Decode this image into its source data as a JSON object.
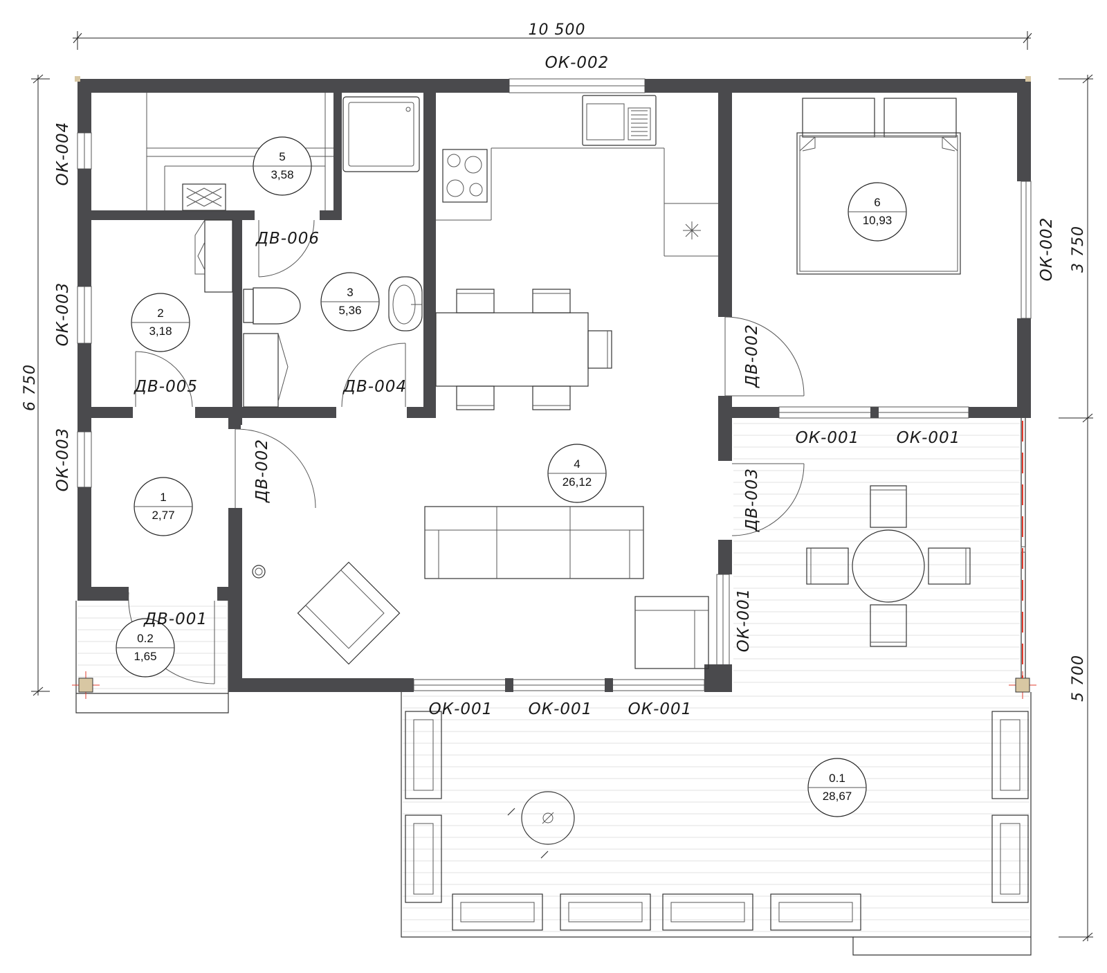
{
  "dimensions": {
    "top": "10 500",
    "left": "6 750",
    "right_upper": "3 750",
    "right_lower": "5 700"
  },
  "rooms": [
    {
      "id": "r1",
      "number": "1",
      "area": "2,77"
    },
    {
      "id": "r2",
      "number": "2",
      "area": "3,18"
    },
    {
      "id": "r3",
      "number": "3",
      "area": "5,36"
    },
    {
      "id": "r4",
      "number": "4",
      "area": "26,12"
    },
    {
      "id": "r5",
      "number": "5",
      "area": "3,58"
    },
    {
      "id": "r6",
      "number": "6",
      "area": "10,93"
    },
    {
      "id": "r01",
      "number": "0.1",
      "area": "28,67"
    },
    {
      "id": "r02",
      "number": "0.2",
      "area": "1,65"
    }
  ],
  "windows": {
    "ok001": "ОК-001",
    "ok002": "ОК-002",
    "ok003": "ОК-003",
    "ok004": "ОК-004"
  },
  "doors": {
    "dv001": "ДВ-001",
    "dv002": "ДВ-002",
    "dv003": "ДВ-003",
    "dv004": "ДВ-004",
    "dv005": "ДВ-005",
    "dv006": "ДВ-006"
  },
  "colors": {
    "wall": "#4a4a4d",
    "column": "#d8c7a3",
    "marker": "#e23b2e"
  }
}
